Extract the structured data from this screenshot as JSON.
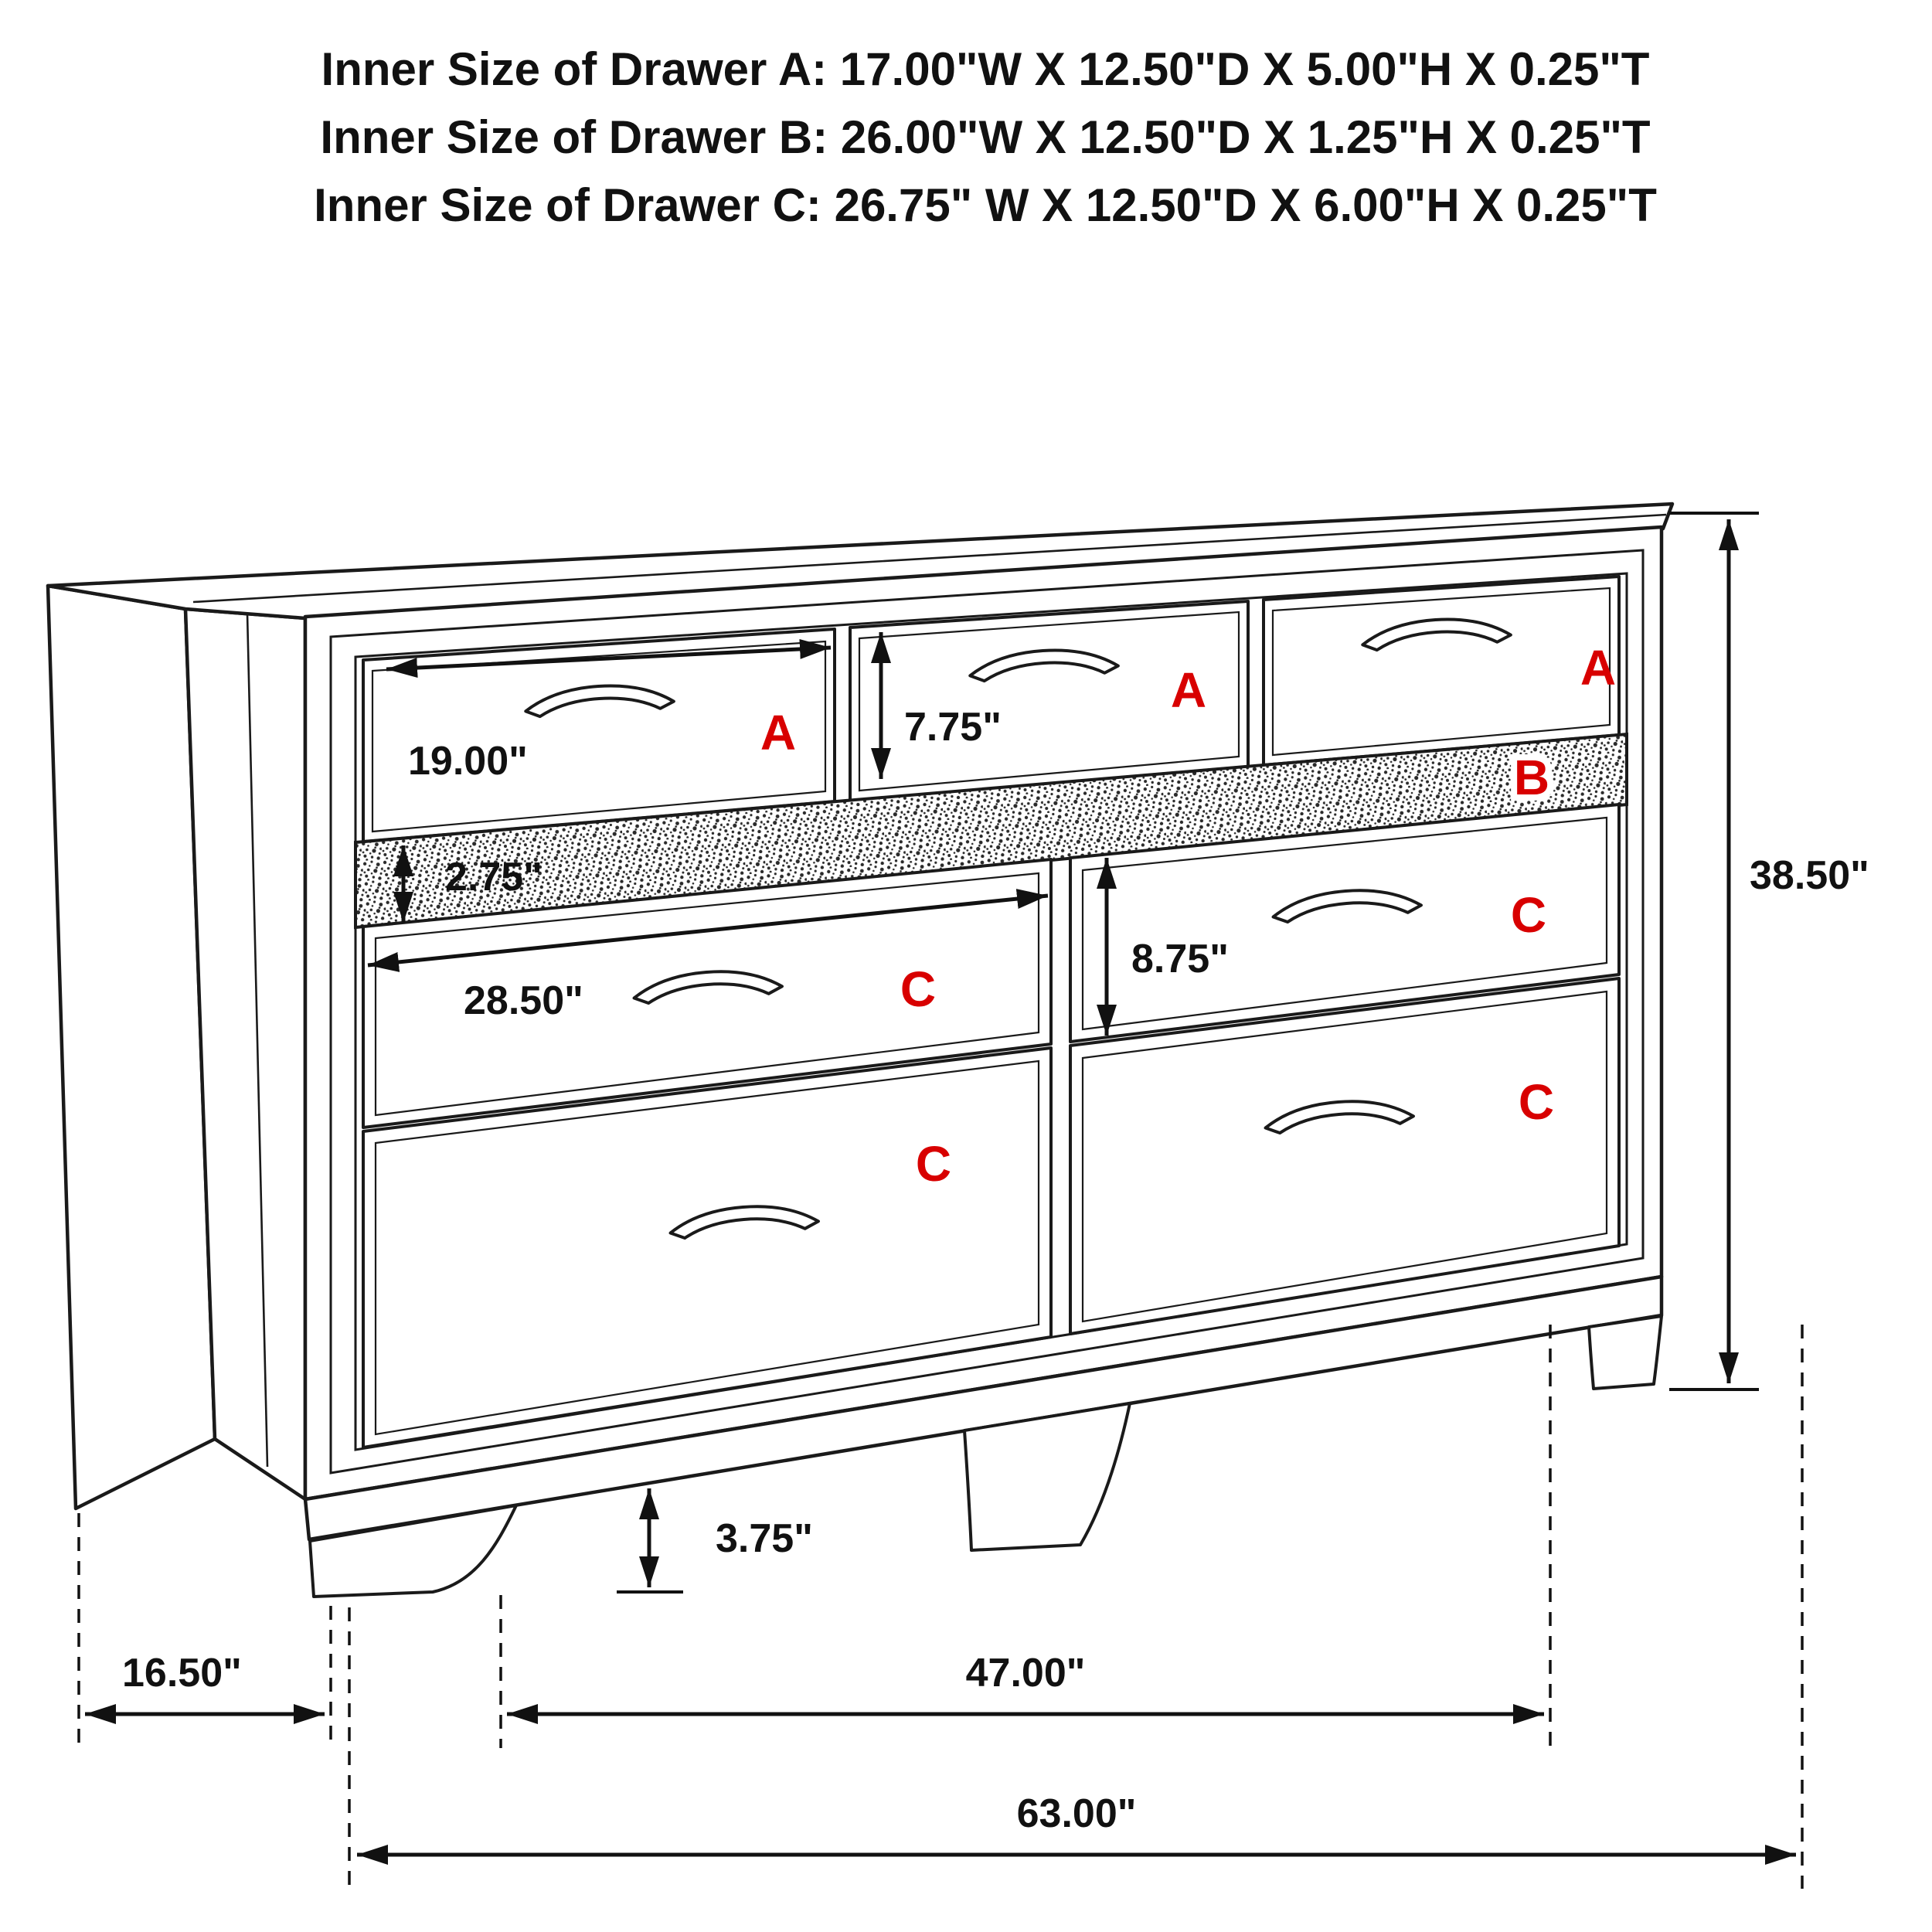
{
  "header": {
    "lines": [
      "Inner Size of Drawer A: 17.00\"W X 12.50\"D X 5.00\"H X 0.25\"T",
      "Inner Size of Drawer B: 26.00\"W X 12.50\"D X 1.25\"H X 0.25\"T",
      "Inner Size of Drawer C: 26.75\" W X 12.50\"D X 6.00\"H X 0.25\"T"
    ]
  },
  "drawer_labels": {
    "a_left": "A",
    "a_middle": "A",
    "a_right": "A",
    "b_strip": "B",
    "c_left_upper": "C",
    "c_right_upper": "C",
    "c_left_lower": "C",
    "c_right_lower": "C"
  },
  "dimensions": {
    "drawer_a_width": "19.00\"",
    "drawer_a_front_height": "7.75\"",
    "drawer_b_front_height": "2.75\"",
    "drawer_c_width": "28.50\"",
    "drawer_c_front_height": "8.75\"",
    "overall_height": "38.50\"",
    "foot_height": "3.75\"",
    "overall_depth": "16.50\"",
    "leg_span_width": "47.00\"",
    "overall_width": "63.00\""
  },
  "colors": {
    "line": "#1a1a1a",
    "dimension_text": "#111111",
    "drawer_letter": "#d80000",
    "background": "#ffffff"
  }
}
